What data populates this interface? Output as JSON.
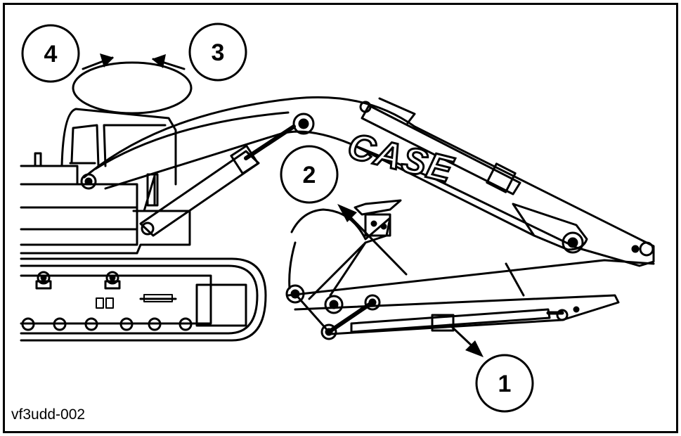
{
  "figure": {
    "reference_code": "vf3udd-002",
    "brand_text": "CASE",
    "callouts": [
      {
        "id": "1",
        "label": "1"
      },
      {
        "id": "2",
        "label": "2"
      },
      {
        "id": "3",
        "label": "3"
      },
      {
        "id": "4",
        "label": "4"
      }
    ]
  }
}
